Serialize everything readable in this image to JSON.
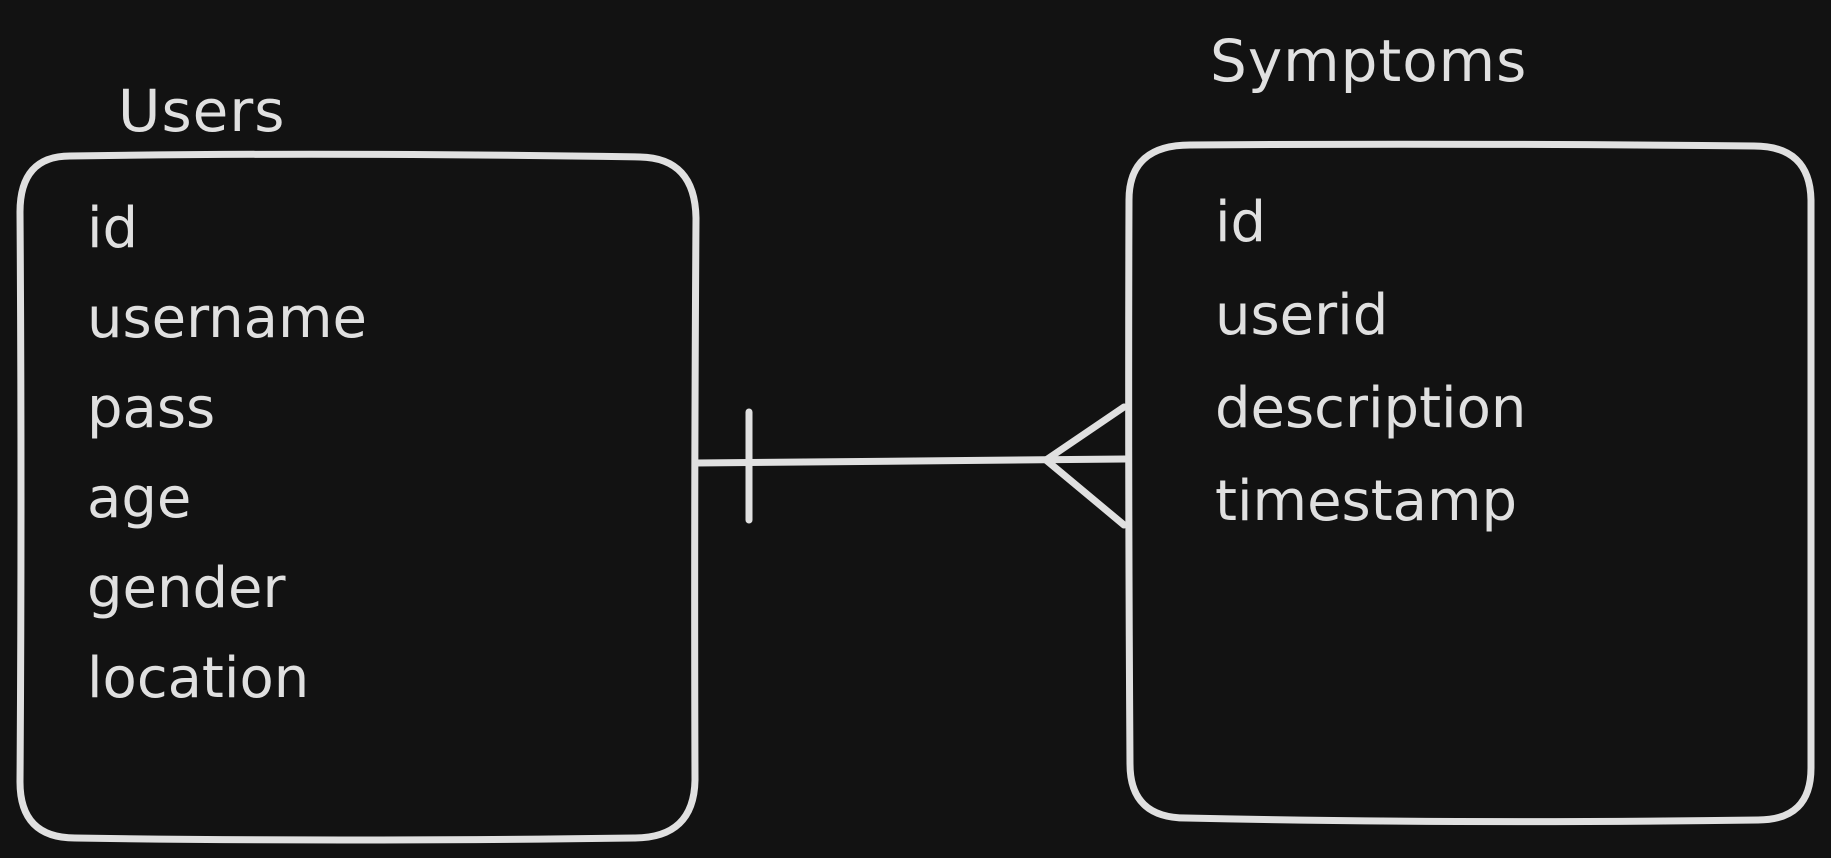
{
  "diagram": {
    "colors": {
      "background": "#121212",
      "stroke": "#e0e0e0"
    },
    "relationship": {
      "from": "Users",
      "to": "Symptoms",
      "from_end": "one",
      "to_end": "many"
    }
  },
  "entities": {
    "users": {
      "title": "Users",
      "fields": [
        "id",
        "username",
        "pass",
        "age",
        "gender",
        "location"
      ]
    },
    "symptoms": {
      "title": "Symptoms",
      "fields": [
        "id",
        "userid",
        "description",
        "timestamp"
      ]
    }
  }
}
